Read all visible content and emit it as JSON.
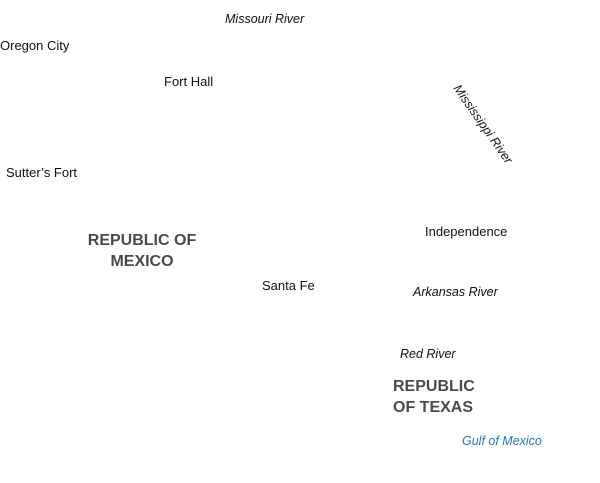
{
  "places": {
    "oregon_city": "Oregon City",
    "fort_hall": "Fort Hall",
    "sutters_fort": "Sutter’s Fort",
    "independence": "Independence",
    "santa_fe": "Santa Fe"
  },
  "rivers": {
    "missouri": "Missouri River",
    "mississippi": "Mississippi River",
    "arkansas": "Arkansas River",
    "red": "Red River"
  },
  "countries": {
    "mexico_line1": "REPUBLIC OF",
    "mexico_line2": "MEXICO",
    "texas_line1": "REPUBLIC",
    "texas_line2": "OF TEXAS"
  },
  "water": {
    "gulf": "Gulf of Mexico"
  },
  "colors": {
    "country": "#4a4a4a",
    "water": "#1f7bc1"
  }
}
